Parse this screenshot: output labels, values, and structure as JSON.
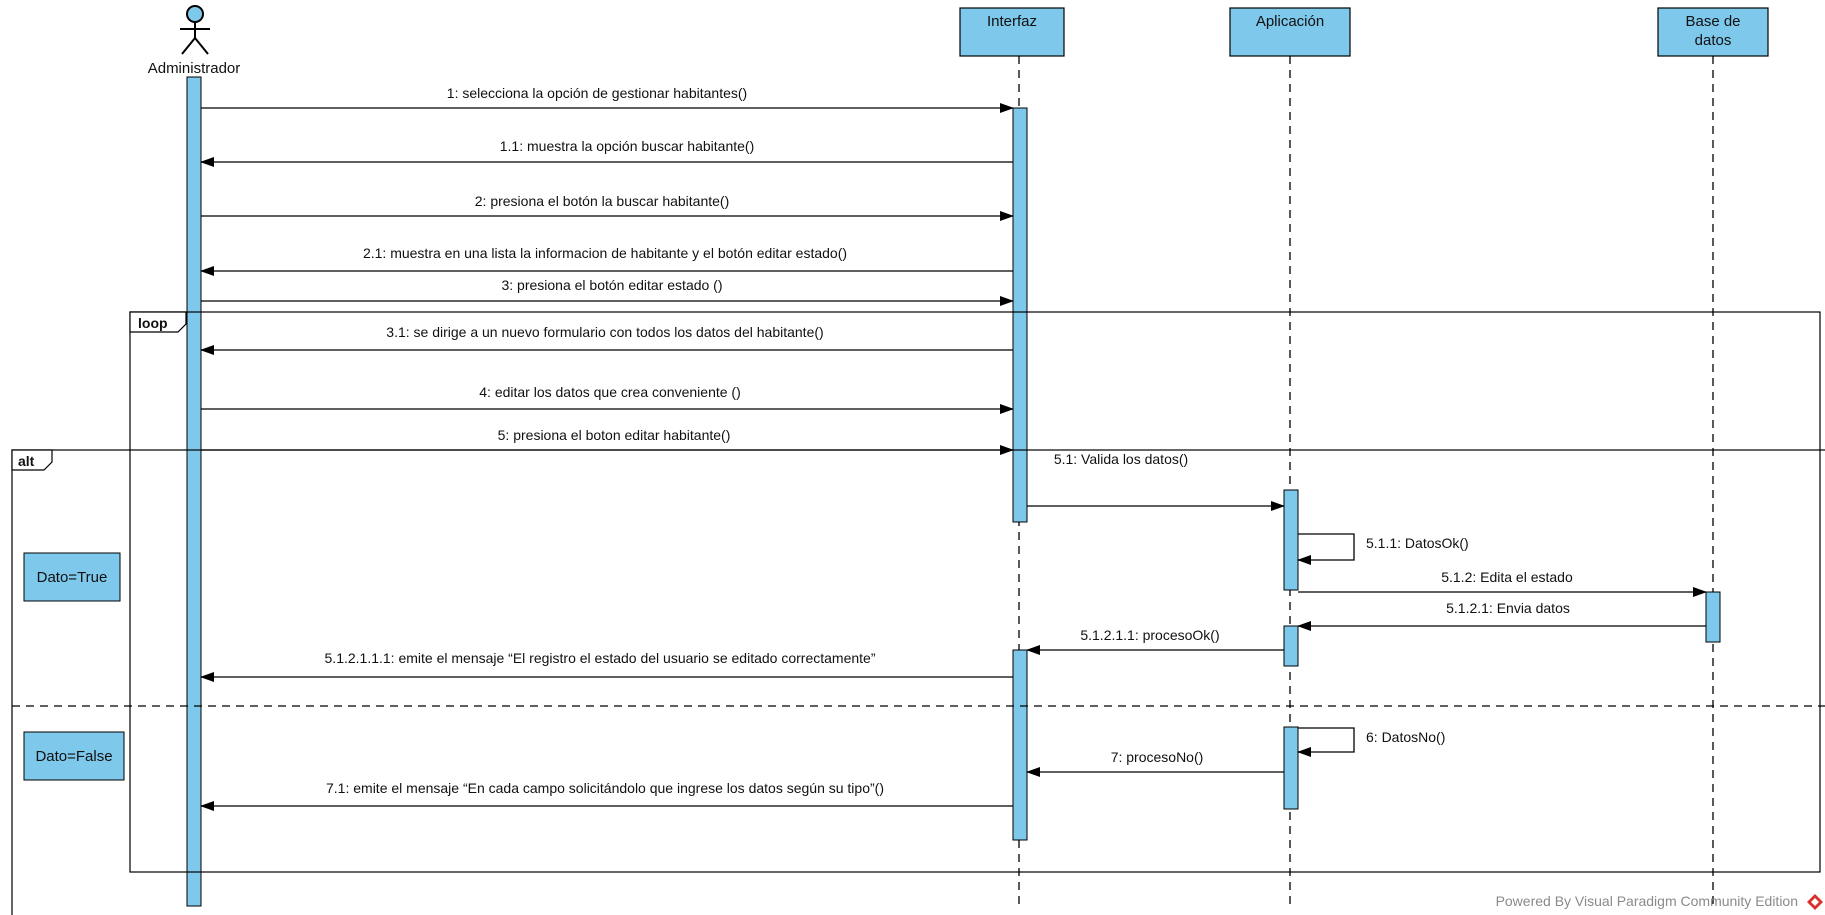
{
  "colors": {
    "lifeline_fill": "#7ec8ec",
    "line": "#000000",
    "watermark": "#8a8a8a",
    "logo": "#d9302c"
  },
  "actor": {
    "name": "Administrador",
    "icon": "stick-figure-actor-icon"
  },
  "participants": [
    {
      "name": "Interfaz"
    },
    {
      "name": "Aplicación"
    },
    {
      "name": "Base de datos",
      "line1": "Base de",
      "line2": "datos"
    }
  ],
  "fragments": {
    "loop": {
      "label": "loop"
    },
    "alt": {
      "label": "alt",
      "guard_true": "Dato=True",
      "guard_false": "Dato=False"
    }
  },
  "messages": [
    "1: selecciona la opción de gestionar habitantes()",
    "1.1: muestra la opción buscar habitante()",
    "2:  presiona el botón la buscar habitante()",
    "2.1: muestra   en una lista la informacion de habitante y el botón editar estado()",
    "3: presiona el botón editar estado ()",
    "3.1: se dirige a un nuevo formulario con todos los datos del habitante()",
    "4: editar los datos que crea conveniente ()",
    "5: presiona el boton editar habitante()",
    "5.1: Valida los datos()",
    "5.1.1: DatosOk()",
    "5.1.2: Edita el estado",
    "5.1.2.1: Envia datos",
    "5.1.2.1.1: procesoOk()",
    "5.1.2.1.1.1: emite el mensaje “El registro el estado del usuario se editado correctamente”",
    "6: DatosNo()",
    "7: procesoNo()",
    "7.1: emite el mensaje “En cada campo solicitándolo que ingrese los datos según su tipo”()"
  ],
  "watermark": {
    "text": "Powered By  Visual Paradigm Community Edition",
    "logo_icon": "visual-paradigm-logo-icon"
  }
}
